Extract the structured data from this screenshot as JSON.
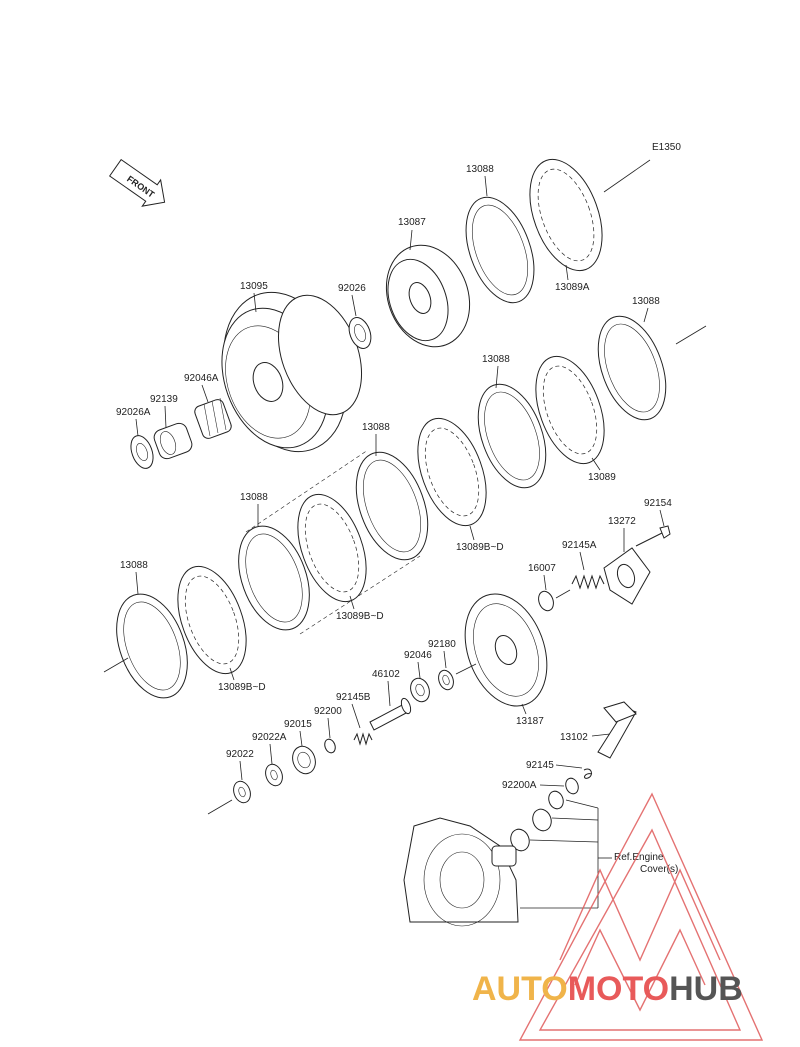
{
  "diagram_code": "E1350",
  "front_label": "FRONT",
  "parts": {
    "p13088_top": "13088",
    "p13089A": "13089A",
    "p13087": "13087",
    "p13095": "13095",
    "p92026": "92026",
    "p92046A": "92046A",
    "p92139": "92139",
    "p92026A": "92026A",
    "p13088_r2": "13088",
    "p13088_r3": "13088",
    "p13089": "13089",
    "p13088_m": "13088",
    "p13089BD_1": "13089B~D",
    "p13088_l": "13088",
    "p13089BD_2": "13089B~D",
    "p13088_ll": "13088",
    "p13089BD_3": "13089B~D",
    "p92154": "92154",
    "p13272": "13272",
    "p92145A": "92145A",
    "p16007": "16007",
    "p92180": "92180",
    "p92046": "92046",
    "p46102": "46102",
    "p92145B": "92145B",
    "p92200": "92200",
    "p92015": "92015",
    "p92022A": "92022A",
    "p92022": "92022",
    "p13187": "13187",
    "p13102": "13102",
    "p92145": "92145",
    "p92200A": "92200A"
  },
  "ref_note": {
    "line1": "Ref.Engine",
    "line2": "Cover(s)"
  },
  "watermark": {
    "part1": "AUTO",
    "part2": "MOTO",
    "part3": "HUB",
    "color1": "#f0b44a",
    "color2": "#e85a5a",
    "color3": "#555555",
    "logo_color": "#e85a5a"
  }
}
